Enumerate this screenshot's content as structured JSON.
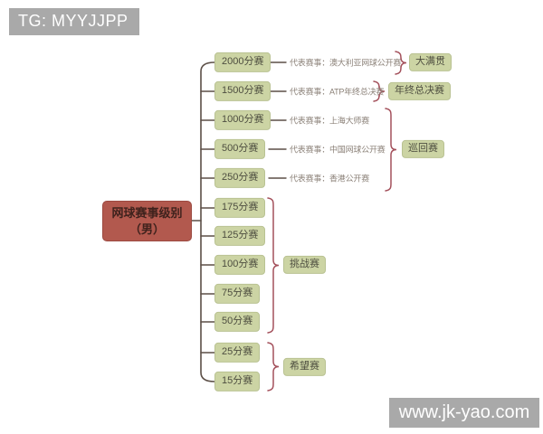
{
  "watermarks": {
    "top_left": "TG: MYYJJPP",
    "bottom_right": "www.jk-yao.com"
  },
  "root": {
    "line1": "网球赛事级别",
    "line2": "（男）"
  },
  "levels": [
    {
      "label": "2000分赛",
      "rep": "代表赛事：澳大利亚网球公开赛"
    },
    {
      "label": "1500分赛",
      "rep": "代表赛事：ATP年终总决赛"
    },
    {
      "label": "1000分赛",
      "rep": "代表赛事：上海大师赛"
    },
    {
      "label": "500分赛",
      "rep": "代表赛事：中国网球公开赛"
    },
    {
      "label": "250分赛",
      "rep": "代表赛事：香港公开赛"
    },
    {
      "label": "175分赛"
    },
    {
      "label": "125分赛"
    },
    {
      "label": "100分赛"
    },
    {
      "label": "75分赛"
    },
    {
      "label": "50分赛"
    },
    {
      "label": "25分赛"
    },
    {
      "label": "15分赛"
    }
  ],
  "groups": [
    {
      "label": "大满贯"
    },
    {
      "label": "年终总决赛"
    },
    {
      "label": "巡回赛"
    },
    {
      "label": "挑战赛"
    },
    {
      "label": "希望赛"
    }
  ],
  "colors": {
    "node_bg": "#ccd4a4",
    "node_border": "#b9c292",
    "node_text": "#4e4e40",
    "root_bg": "#b2594e",
    "root_border": "#9c4a41",
    "root_text": "#3f221d",
    "tree_line": "#5c4f47",
    "brace": "#a4515c",
    "rep_text": "#8b8178",
    "watermark_bg": "#a9a9a9",
    "watermark_text": "#ffffff"
  }
}
